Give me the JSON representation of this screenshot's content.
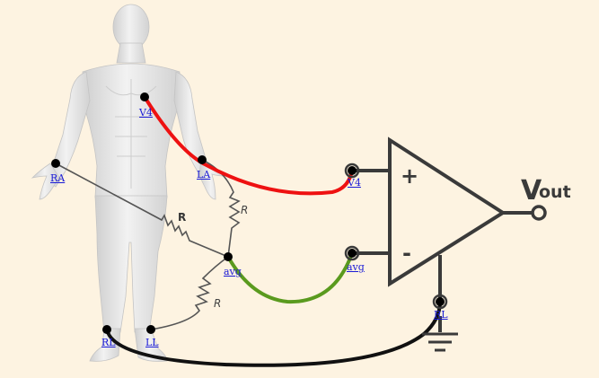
{
  "electrodes": {
    "v4_body": "V4",
    "ra": "RA",
    "la": "LA",
    "avg": "avg",
    "rl_body": "RL",
    "ll": "LL",
    "v4_amp": "V4",
    "avg_amp": "avg",
    "rl_amp": "RL"
  },
  "resistors": {
    "r_ra": "R",
    "r_la": "R",
    "r_ll": "R"
  },
  "amplifier": {
    "plus_sign": "+",
    "minus_sign": "-",
    "output_v": "V",
    "output_sub": "out"
  },
  "colors": {
    "background": "#fdf3e1",
    "v4_wire": "#ee1111",
    "avg_wire": "#5a9a1e",
    "rl_wire": "#111111",
    "resistor_wire": "#555555",
    "amplifier": "#3a3a3a",
    "link": "#1a1ad6",
    "body": "#e4e4e4"
  }
}
